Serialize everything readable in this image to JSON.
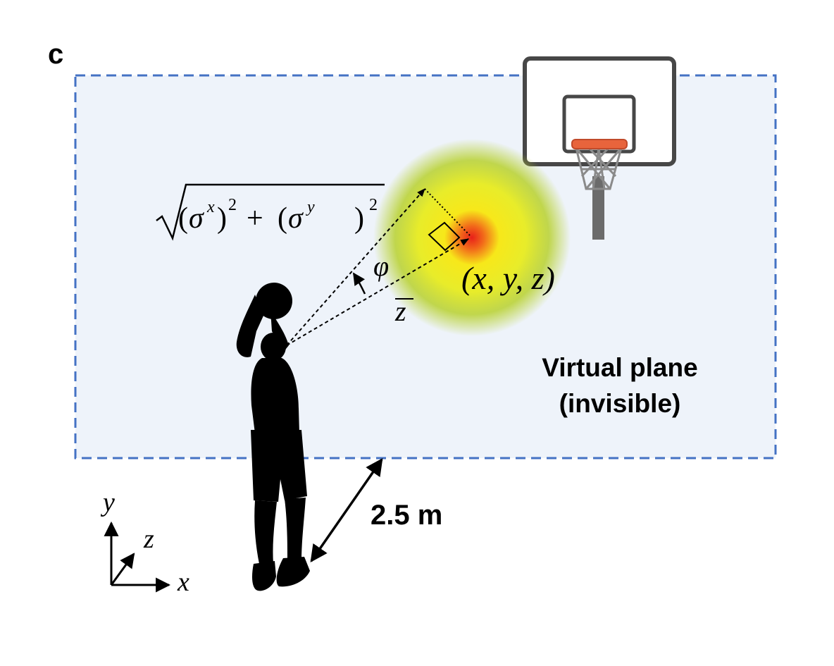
{
  "panel_label": "c",
  "plane_label_line1": "Virtual plane",
  "plane_label_line2": "(invisible)",
  "distance_label": "2.5 m",
  "target_label": "(x, y, z)",
  "angle_label": "φ",
  "mean_label": "z",
  "sigma_x": "x",
  "sigma_y": "y",
  "exponent": "2",
  "plus": "+",
  "axes": {
    "x": "x",
    "y": "y",
    "z": "z"
  },
  "colors": {
    "plane_border": "#4472c4",
    "plane_fill": "#eef3fa",
    "glow_outer": "#b8d12e",
    "glow_mid": "#f2ee1a",
    "glow_center": "#e8201a",
    "silhouette": "#000000",
    "backboard": "#444444",
    "rim": "#e8643c"
  },
  "icons": [
    "basketball-hoop-icon",
    "player-silhouette-icon"
  ]
}
